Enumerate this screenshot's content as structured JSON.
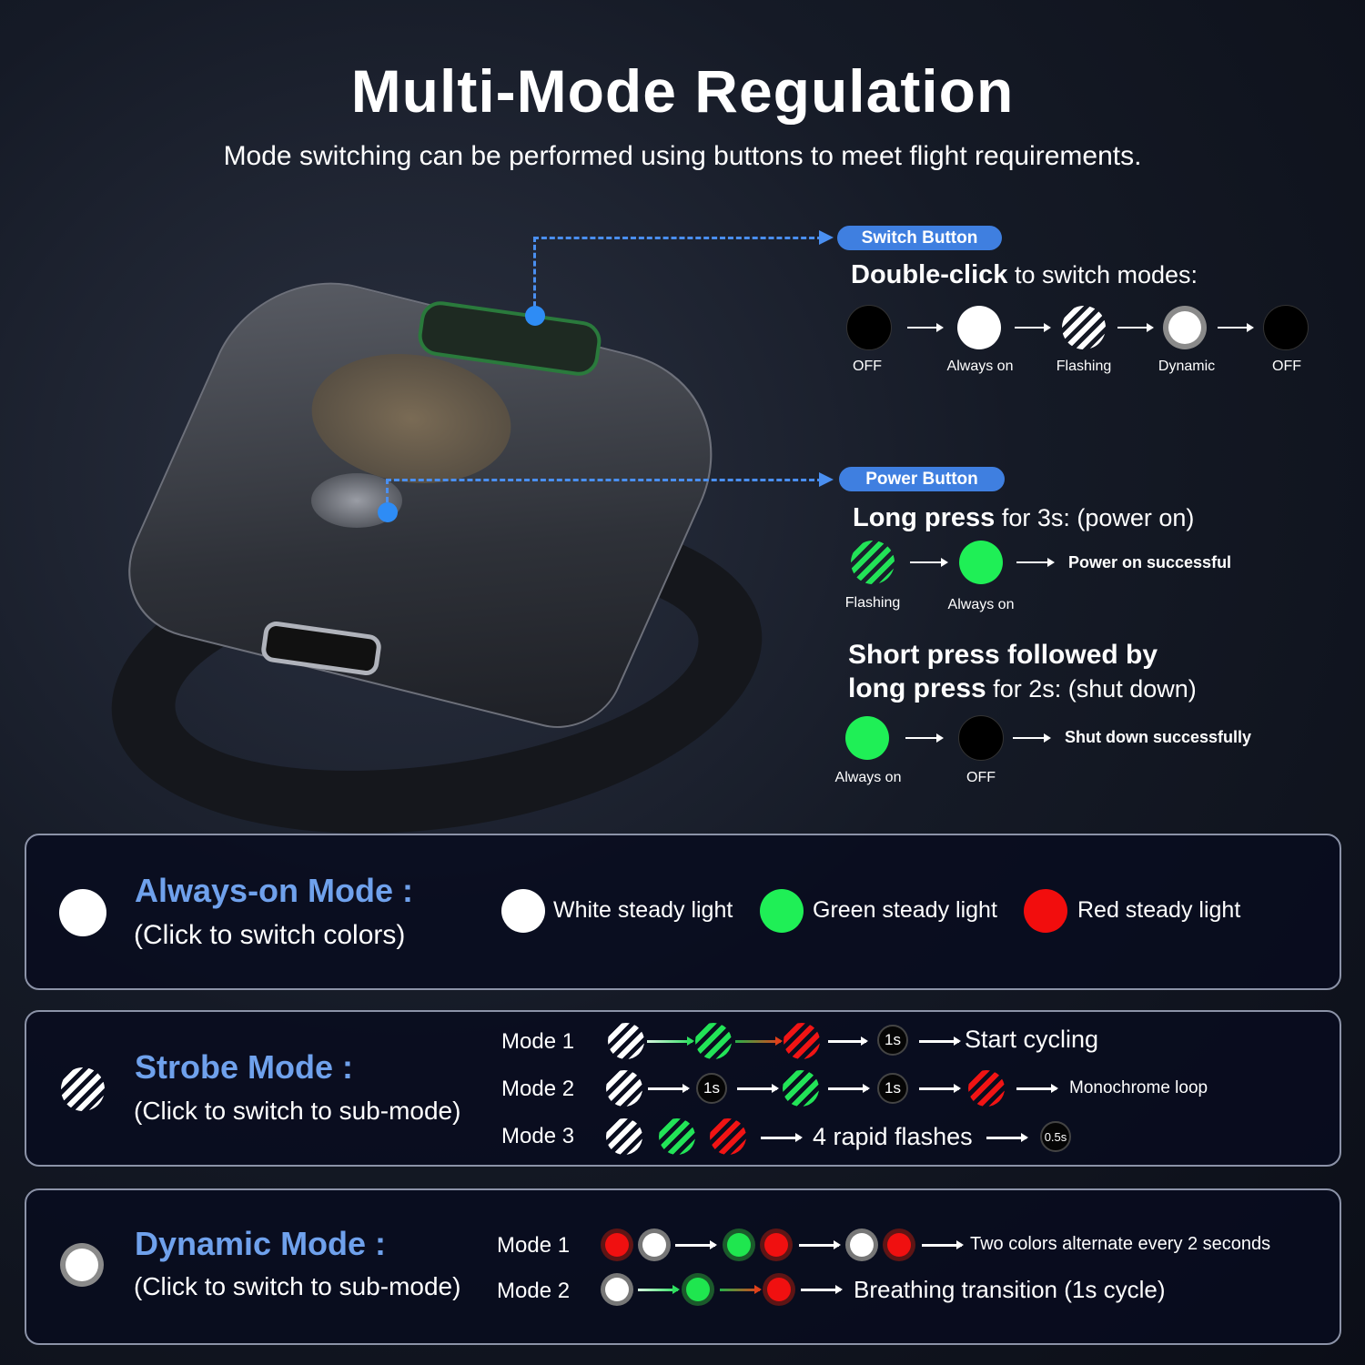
{
  "header": {
    "title": "Multi-Mode Regulation",
    "subtitle": "Mode switching can be performed using buttons to meet flight requirements."
  },
  "switch_button": {
    "label": "Switch Button",
    "action_bold": "Double-click",
    "action_rest": " to switch modes:",
    "sequence": [
      "OFF",
      "Always on",
      "Flashing",
      "Dynamic",
      "OFF"
    ]
  },
  "power_button": {
    "label": "Power Button",
    "long_bold": "Long press",
    "long_rest": " for 3s:   (power on)",
    "power_on_sequence": [
      "Flashing",
      "Always on"
    ],
    "power_on_result": "Power on successful",
    "short_line1": "Short press followed by",
    "short_bold2": "long press",
    "short_rest2": " for 2s:   (shut down)",
    "shutdown_sequence": [
      "Always on",
      "OFF"
    ],
    "shutdown_result": "Shut down successfully"
  },
  "always_on": {
    "title": "Always-on Mode :",
    "subtitle": "(Click to switch colors)",
    "options": [
      "White steady light",
      "Green steady light",
      "Red steady light"
    ]
  },
  "strobe": {
    "title": "Strobe Mode :",
    "subtitle": "(Click to switch to sub-mode)",
    "modes": [
      {
        "label": "Mode 1",
        "timer": "1s",
        "result": "Start cycling"
      },
      {
        "label": "Mode 2",
        "timer1": "1s",
        "timer2": "1s",
        "result": "Monochrome loop"
      },
      {
        "label": "Mode 3",
        "result": "4 rapid flashes",
        "timer": "0.5s"
      }
    ]
  },
  "dynamic": {
    "title": "Dynamic Mode :",
    "subtitle": "(Click to switch to sub-mode)",
    "modes": [
      {
        "label": "Mode 1",
        "result": "Two colors alternate every 2 seconds"
      },
      {
        "label": "Mode 2",
        "result": "Breathing transition (1s cycle)"
      }
    ]
  },
  "colors": {
    "accent": "#3f7fe0",
    "title_blue": "#6fa1ec",
    "green": "#1fef56",
    "red": "#f20d0d"
  }
}
